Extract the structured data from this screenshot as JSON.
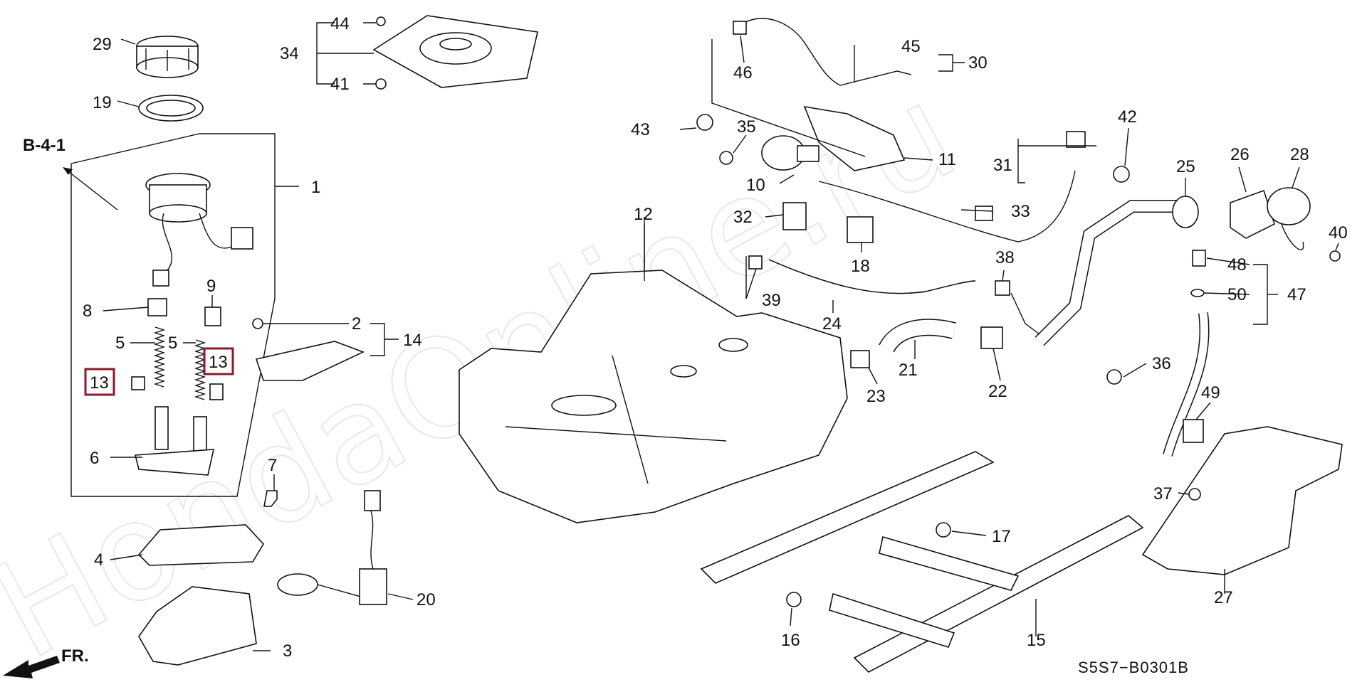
{
  "diagram_code": "S5S7−B0301B",
  "watermark": "HondaOnline.ru",
  "section_ref": "B-4-1",
  "front_marker": "FR.",
  "labels": {
    "p1": "1",
    "p2": "2",
    "p3": "3",
    "p4": "4",
    "p5a": "5",
    "p5b": "5",
    "p6": "6",
    "p7": "7",
    "p8": "8",
    "p9": "9",
    "p10": "10",
    "p11": "11",
    "p12": "12",
    "p13a": "13",
    "p13b": "13",
    "p14": "14",
    "p15": "15",
    "p16": "16",
    "p17": "17",
    "p18": "18",
    "p19": "19",
    "p20": "20",
    "p21": "21",
    "p22": "22",
    "p23": "23",
    "p24": "24",
    "p25": "25",
    "p26": "26",
    "p27": "27",
    "p28": "28",
    "p29": "29",
    "p30": "30",
    "p31": "31",
    "p32": "32",
    "p33": "33",
    "p34": "34",
    "p35": "35",
    "p36": "36",
    "p37": "37",
    "p38": "38",
    "p39": "39",
    "p40": "40",
    "p41": "41",
    "p42": "42",
    "p43": "43",
    "p44": "44",
    "p45": "45",
    "p46": "46",
    "p47": "47",
    "p48": "48",
    "p49": "49",
    "p50": "50"
  },
  "highlight_color": "#8b1a2b"
}
